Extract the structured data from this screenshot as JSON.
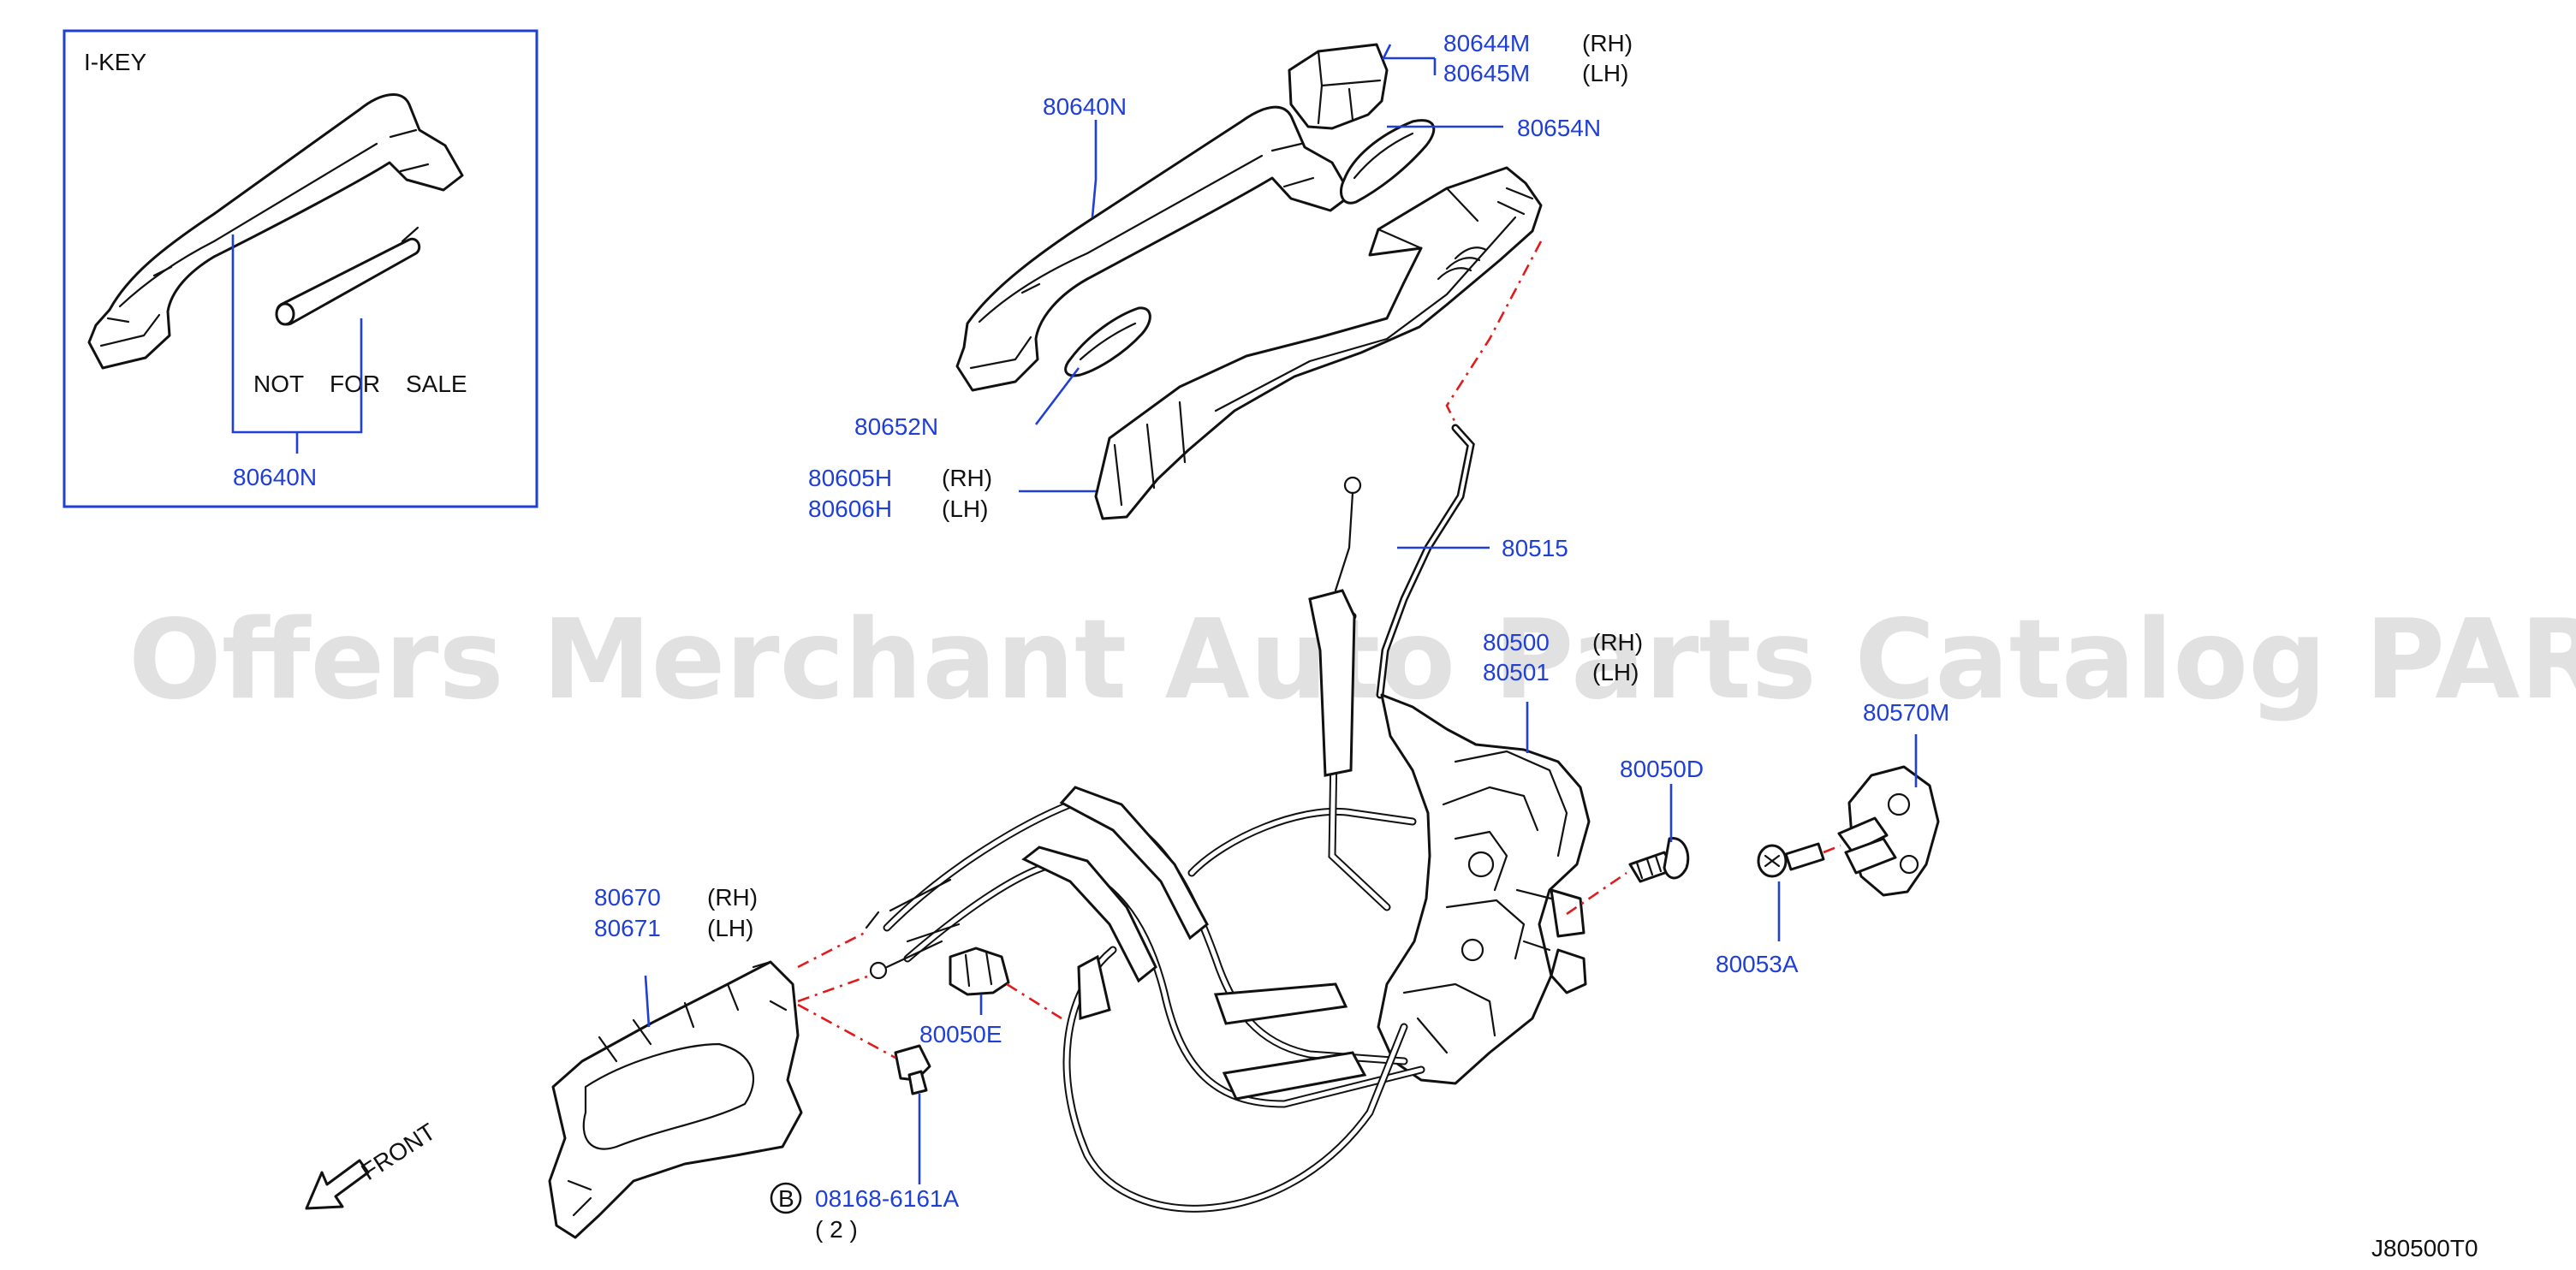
{
  "inset": {
    "title": "I-KEY",
    "note_words": [
      "NOT",
      "FOR",
      "SALE"
    ],
    "part_number": "80640N"
  },
  "callouts": {
    "outside_handle": "80640N",
    "escutcheon_rh": "80644M",
    "escutcheon_rh_side": "(RH)",
    "escutcheon_lh": "80645M",
    "escutcheon_lh_side": "(LH)",
    "gasket_front": "80654N",
    "gasket_rear": "80652N",
    "bracket_rh": "80605H",
    "bracket_rh_side": "(RH)",
    "bracket_lh": "80606H",
    "bracket_lh_side": "(LH)",
    "rod": "80515",
    "lock_rh": "80500",
    "lock_rh_side": "(RH)",
    "lock_lh": "80501",
    "lock_lh_side": "(LH)",
    "lock_screw": "80050D",
    "striker": "80570M",
    "striker_screw": "80053A",
    "inside_handle_rh": "80670",
    "inside_handle_rh_side": "(RH)",
    "inside_handle_lh": "80671",
    "inside_handle_lh_side": "(LH)",
    "clip": "80050E",
    "bolt_mark": "B",
    "bolt": "08168-6161A",
    "bolt_qty": "( 2 )"
  },
  "front_arrow": "FRONT",
  "diagram_code": "J80500T0",
  "watermark": "Offers Merchant Auto Parts Catalog PARTSTORE.SA",
  "colors": {
    "part_number": "#1f3fd6",
    "leader": "#1f3fd6",
    "dash_line": "#e01b1b",
    "outline": "#111111",
    "watermark": "#c9c9c9"
  }
}
